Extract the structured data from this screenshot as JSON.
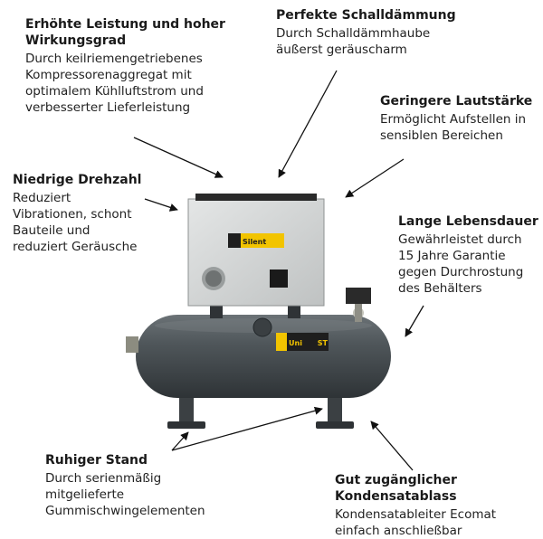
{
  "callouts": {
    "leistung": {
      "title_line1": "Erhöhte Leistung und hoher",
      "title_line2": "Wirkungsgrad",
      "lines": [
        "Durch keilriemengetriebenes",
        "Kompressorenaggregat mit",
        "optimalem Kühlluftstrom und",
        "verbesserter Lieferleistung"
      ]
    },
    "schall": {
      "title": "Perfekte Schalldämmung",
      "lines": [
        "Durch Schalldämmhaube",
        "äußerst geräuscharm"
      ]
    },
    "laut": {
      "title": "Geringere Lautstärke",
      "lines": [
        "Ermöglicht Aufstellen in",
        "sensiblen Bereichen"
      ]
    },
    "drehzahl": {
      "title": "Niedrige Drehzahl",
      "lines": [
        "Reduziert",
        "Vibrationen, schont",
        "Bauteile und",
        "reduziert Geräusche"
      ]
    },
    "lebensdauer": {
      "title": "Lange Lebensdauer",
      "lines": [
        "Gewährleistet durch",
        "15 Jahre Garantie",
        "gegen Durchrostung",
        "des Behälters"
      ]
    },
    "stand": {
      "title": "Ruhiger Stand",
      "lines": [
        "Durch serienmäßig",
        "mitgelieferte",
        "Gummischwingelementen"
      ]
    },
    "kondensat": {
      "title_line1": "Gut zugänglicher",
      "title_line2": "Kondensatablass",
      "lines": [
        "Kondensatableiter Ecomat",
        "einfach anschließbar"
      ]
    }
  },
  "product": {
    "hood_label": "Silent",
    "tank_label_a": "Uni",
    "tank_label_b": "ST"
  },
  "colors": {
    "tank": "#4a5054",
    "hood": "#d4d6d6",
    "brand_yellow": "#f2c400",
    "arrow": "#111111"
  }
}
